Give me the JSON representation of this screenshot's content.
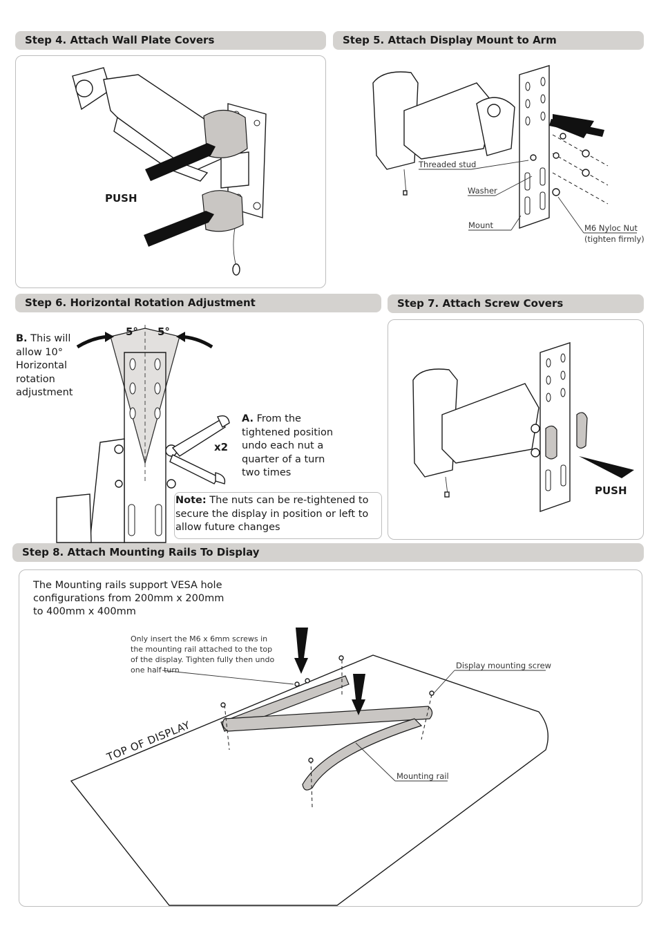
{
  "step4": {
    "title": "Step 4. Attach Wall Plate Covers",
    "push": "PUSH"
  },
  "step5": {
    "title": "Step 5. Attach Display Mount to Arm",
    "labels": {
      "threaded_stud": "Threaded stud",
      "washer": "Washer",
      "mount": "Mount",
      "nut": "M6 Nyloc Nut",
      "nut_note": "(tighten firmly)"
    }
  },
  "step6": {
    "title": "Step 6. Horizontal Rotation Adjustment",
    "angle_left": "5°",
    "angle_right": "5°",
    "b_label": "B.",
    "b_text": "This will allow 10° Horizontal rotation adjustment",
    "a_label": "A.",
    "a_text": "From the tightened position undo each nut a quarter of a turn two times",
    "x2": "x2",
    "note_label": "Note:",
    "note_text": "The nuts can be re-tightened to secure the display in position or left to allow future changes"
  },
  "step7": {
    "title": "Step 7. Attach Screw Covers",
    "push": "PUSH"
  },
  "step8": {
    "title": "Step 8. Attach Mounting Rails To Display",
    "intro": "The Mounting rails support VESA hole configurations from 200mm x 200mm to 400mm x 400mm",
    "screw_note": "Only insert the M6 x 6mm screws in the mounting rail attached to the top of the display. Tighten fully then undo one half turn",
    "display_screw": "Display mounting screw",
    "mounting_rail": "Mounting rail",
    "top_of_display": "TOP OF DISPLAY"
  }
}
